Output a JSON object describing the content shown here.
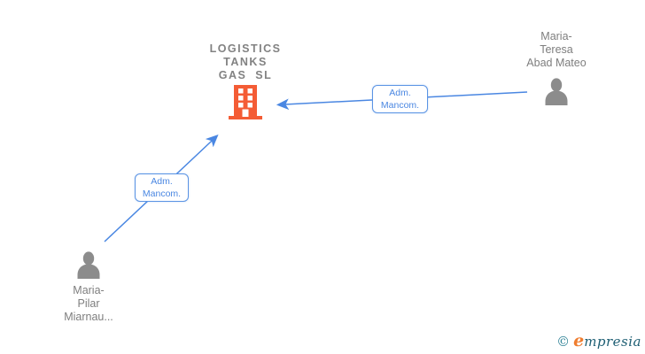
{
  "diagram": {
    "company": {
      "name": "LOGISTICS\nTANKS\nGAS  SL",
      "icon": "building-icon"
    },
    "people": [
      {
        "name": "Maria-\nTeresa\nAbad Mateo",
        "icon": "person-icon"
      },
      {
        "name": "Maria-\nPilar\nMiarnau...",
        "icon": "person-icon"
      }
    ],
    "edges": [
      {
        "label": "Adm.\nMancom.",
        "from": "Maria-Teresa Abad Mateo",
        "to": "LOGISTICS TANKS GAS SL"
      },
      {
        "label": "Adm.\nMancom.",
        "from": "Maria-Pilar Miarnau...",
        "to": "LOGISTICS TANKS GAS SL"
      }
    ]
  },
  "footer": {
    "copyright_symbol": "©",
    "brand_initial": "e",
    "brand_rest": "mpresia"
  },
  "colors": {
    "edge_blue": "#4a87e2",
    "building_orange": "#f45c35",
    "person_gray": "#8c8c8c",
    "company_text_gray": "#828282",
    "person_text_gray": "#7e7e7e",
    "logo_teal": "#2e8296",
    "logo_orange": "#ef7d2f",
    "logo_dark_teal": "#1d5e73"
  }
}
